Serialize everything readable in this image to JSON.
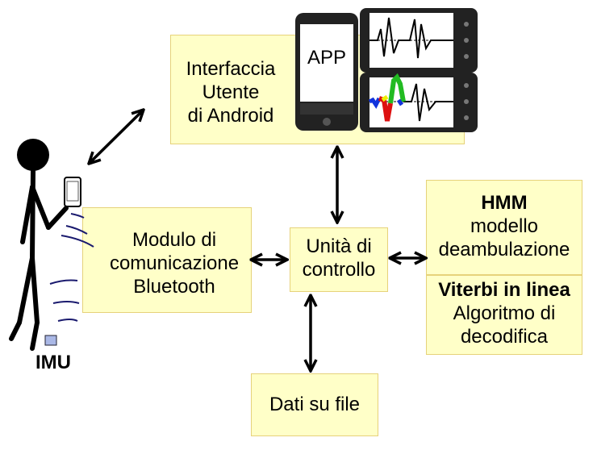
{
  "android_ui": {
    "lines": [
      "Interfaccia",
      "Utente",
      "di Android"
    ]
  },
  "app_label": "APP",
  "control_unit": {
    "lines": [
      "Unità di",
      "controllo"
    ]
  },
  "bluetooth": {
    "lines": [
      "Modulo di",
      "comunicazione",
      "Bluetooth"
    ]
  },
  "hmm": {
    "title": "HMM",
    "lines": [
      "modello",
      "deambulazione"
    ]
  },
  "viterbi": {
    "title": "Viterbi in linea",
    "lines": [
      "Algoritmo di",
      "decodifica"
    ]
  },
  "file": {
    "label": "Dati su file"
  },
  "imu": {
    "label": "IMU"
  },
  "colors": {
    "box_fill": "#ffffc8",
    "box_border": "#e6d27a",
    "wave": "#1a1a6e",
    "trace_green": "#22bb22",
    "trace_red": "#dd1111",
    "trace_blue": "#1133dd",
    "trace_yellow": "#eeee00"
  }
}
